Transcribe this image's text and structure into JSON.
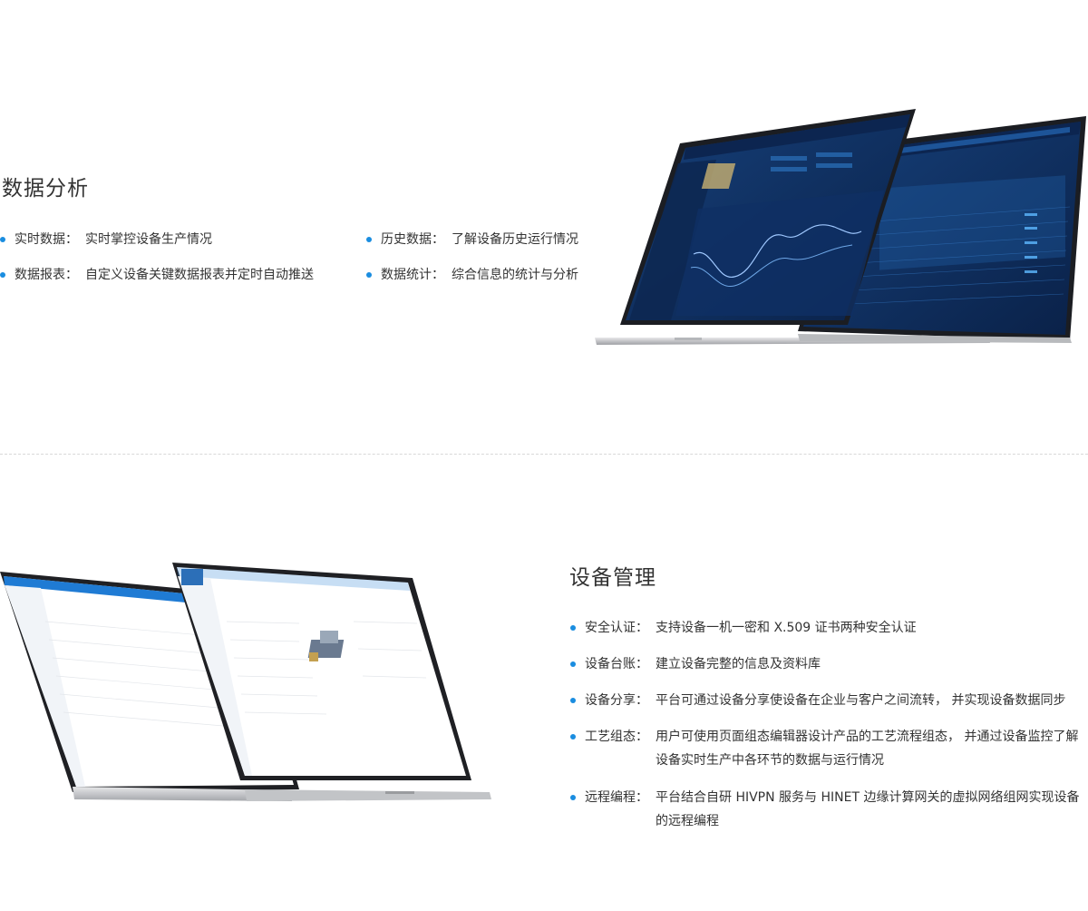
{
  "data_analysis": {
    "title": "数据分析",
    "features": [
      {
        "label": "实时数据：",
        "desc": "实时掌控设备生产情况"
      },
      {
        "label": "历史数据：",
        "desc": "了解设备历史运行情况"
      },
      {
        "label": "数据报表：",
        "desc": "自定义设备关键数据报表并定时自动推送"
      },
      {
        "label": "数据统计：",
        "desc": "综合信息的统计与分析"
      }
    ]
  },
  "device_management": {
    "title": "设备管理",
    "features": [
      {
        "label": "安全认证：",
        "desc": "支持设备一机一密和 X.509 证书两种安全认证"
      },
      {
        "label": "设备台账：",
        "desc": "建立设备完整的信息及资料库"
      },
      {
        "label": "设备分享：",
        "desc": "平台可通过设备分享使设备在企业与客户之间流转， 并实现设备数据同步"
      },
      {
        "label": "工艺组态：",
        "desc": "用户可使用页面组态编辑器设计产品的工艺流程组态， 并通过设备监控了解设备实时生产中各环节的数据与运行情况"
      },
      {
        "label": "远程编程：",
        "desc": "平台结合自研 HIVPN 服务与 HINET 边缘计算网关的虚拟网络组网实现设备的远程编程"
      }
    ]
  },
  "colors": {
    "accent": "#1a8de0",
    "dark_ui": "#0e2a55",
    "light_ui": "#ffffff"
  }
}
